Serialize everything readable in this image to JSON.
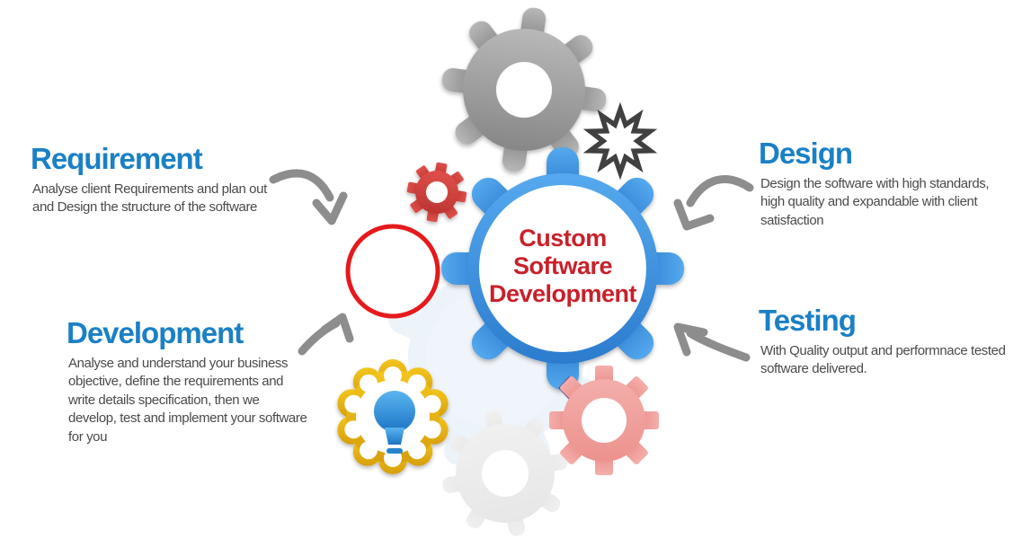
{
  "page": {
    "background": "#ffffff"
  },
  "center": {
    "text": "Custom\nSoftware\nDevelopment",
    "text_color": "#c9202a"
  },
  "sections": {
    "requirement": {
      "heading": "Requirement",
      "description": "Analyse client Requirements and plan out\nand Design the structure of the software"
    },
    "design": {
      "heading": "Design",
      "description": "Design the software with high standards,\nhigh quality and expandable with client\nsatisfaction"
    },
    "development": {
      "heading": "Development",
      "description": "Analyse and understand your business\nobjective, define the requirements and\nwrite details specification, then we\ndevelop, test and implement your software\nfor you"
    },
    "testing": {
      "heading": "Testing",
      "description": "With Quality output and performnace tested\nsoftware delivered."
    }
  },
  "colors": {
    "heading_blue": "#1b80c5",
    "body_text_gray": "#4a4a4a",
    "center_red": "#c9202a",
    "gear_blue": "#3e93df",
    "gear_gray": "#9a9a9a",
    "gear_red": "#d6423e",
    "gear_pink": "#f2a4a1",
    "gear_pale": "#ececec",
    "gear_faint_blue": "#e9f1f9",
    "ring_red": "#e6191c",
    "badge_yellow": "#e9b713",
    "bulb_blue": "#2a84cc",
    "arrow_gray": "#8d8d8d",
    "star_dark": "#404040",
    "diamond_purple": "#6d4a8f"
  },
  "artwork": {
    "icons": [
      {
        "name": "gear-icon-gray-large",
        "color": "#9a9a9a"
      },
      {
        "name": "starburst-icon",
        "color": "#404040"
      },
      {
        "name": "gear-icon-red-small",
        "color": "#d6423e"
      },
      {
        "name": "circle-ring-icon-red",
        "color": "#e6191c"
      },
      {
        "name": "gear-icon-blue-center",
        "color": "#3e93df"
      },
      {
        "name": "gear-icon-pink",
        "color": "#f2a4a1"
      },
      {
        "name": "gear-icon-pale-gray",
        "color": "#ececec"
      },
      {
        "name": "lightbulb-badge-icon",
        "color": "#e9b713"
      },
      {
        "name": "diamond-icon-purple",
        "color": "#6d4a8f"
      },
      {
        "name": "curved-arrow-icon",
        "color": "#8d8d8d"
      }
    ]
  }
}
